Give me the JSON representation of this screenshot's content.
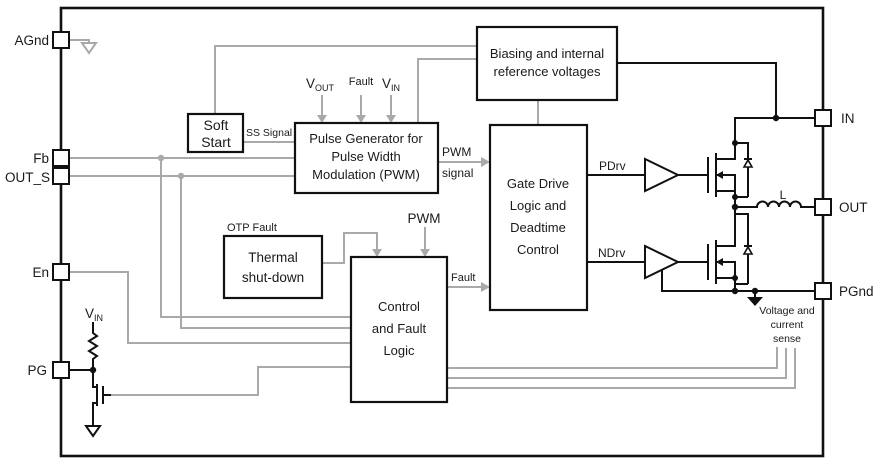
{
  "figure": {
    "pins": {
      "left": [
        {
          "label": "AGnd"
        },
        {
          "label": "Fb"
        },
        {
          "label": "OUT_S"
        },
        {
          "label": "En"
        },
        {
          "label": "PG"
        }
      ],
      "right": [
        {
          "label": "IN"
        },
        {
          "label": "OUT"
        },
        {
          "label": "PGnd"
        }
      ]
    },
    "blocks": {
      "soft_start": {
        "lines": [
          "Soft",
          "Start"
        ]
      },
      "pwm_generator": {
        "lines": [
          "Pulse Generator for",
          "Pulse Width",
          "Modulation (PWM)"
        ]
      },
      "biasing": {
        "lines": [
          "Biasing and internal",
          "reference voltages"
        ]
      },
      "gate_drive": {
        "lines": [
          "Gate Drive",
          "Logic and",
          "Deadtime",
          "Control"
        ]
      },
      "thermal_shutdown": {
        "lines": [
          "Thermal",
          "shut-down"
        ]
      },
      "control_fault": {
        "lines": [
          "Control",
          "and Fault",
          "Logic"
        ]
      }
    },
    "labels": {
      "ss_signal": "SS Signal",
      "pwm_signal_word1": "PWM",
      "pwm_signal_word2": "signal",
      "pdrv": "PDrv",
      "ndrv": "NDrv",
      "fault_to_gate_drive": "Fault",
      "otp_fault": "OTP Fault",
      "pwm_to_control": "PWM",
      "vout_symbol": "V",
      "vout_subscript": "OUT",
      "fault_input": "Fault",
      "vin_symbol": "V",
      "vin_subscript": "IN",
      "vin_pg_symbol": "V",
      "vin_pg_subscript": "IN",
      "inductor": "L",
      "sense_line1": "Voltage and",
      "sense_line2": "current",
      "sense_line3": "sense"
    },
    "colors": {
      "black": "#111111",
      "gray": "#a9a9a9",
      "background": "#ffffff"
    }
  }
}
